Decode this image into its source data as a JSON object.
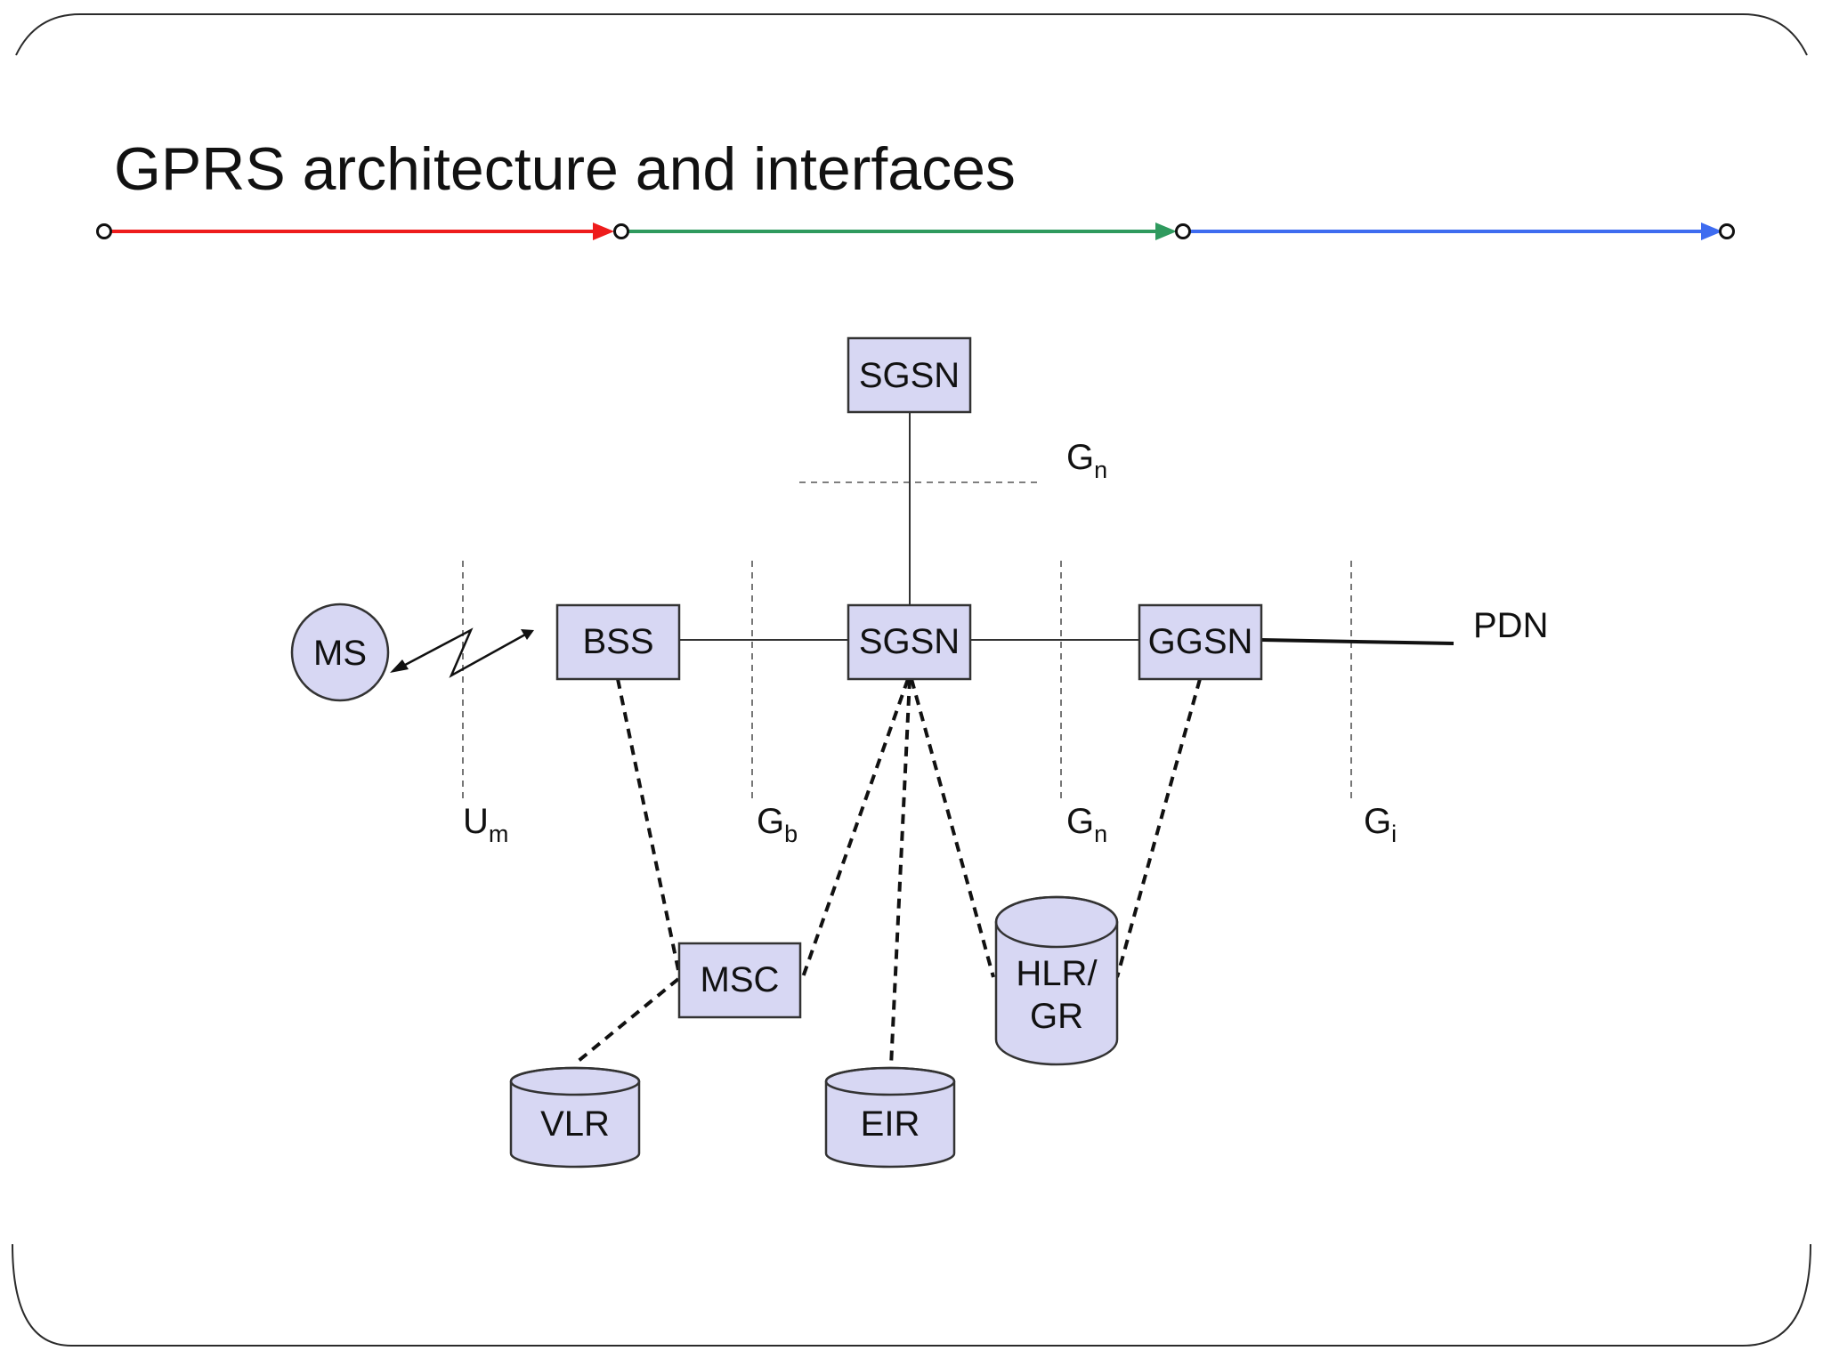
{
  "slide": {
    "title": "GPRS architecture and interfaces",
    "colors": {
      "bar_red": "#ee1c1c",
      "bar_green": "#2f9a5e",
      "bar_blue": "#3e6cf0",
      "node_fill": "#d7d7f3",
      "frame": "#2b2b2b"
    }
  },
  "nodes": {
    "sgsn_top": "SGSN",
    "sgsn_main": "SGSN",
    "bss": "BSS",
    "ggsn": "GGSN",
    "ms": "MS",
    "msc": "MSC",
    "vlr": "VLR",
    "eir": "EIR",
    "hlr_line1": "HLR/",
    "hlr_line2": "GR",
    "pdn": "PDN"
  },
  "interfaces": {
    "gn_top": {
      "base": "G",
      "sub": "n"
    },
    "um": {
      "base": "U",
      "sub": "m"
    },
    "gb": {
      "base": "G",
      "sub": "b"
    },
    "gn_bottom": {
      "base": "G",
      "sub": "n"
    },
    "gi": {
      "base": "G",
      "sub": "i"
    }
  }
}
